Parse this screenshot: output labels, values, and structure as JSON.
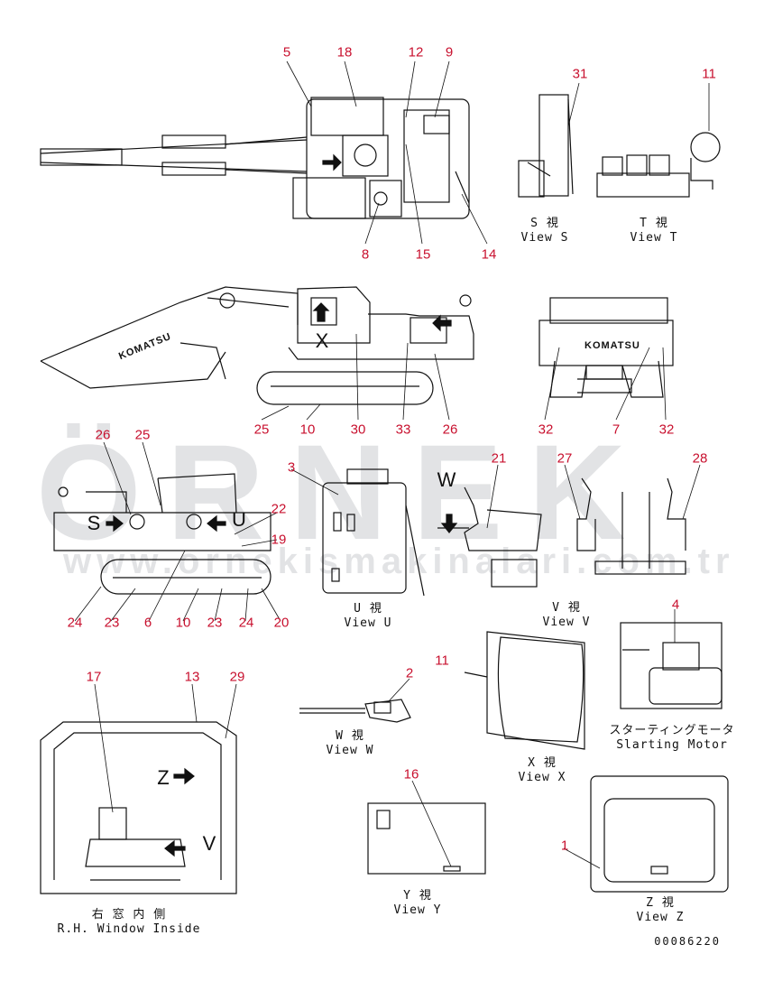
{
  "watermark": {
    "logo": "ÖRNEK",
    "url": "www.ornekismakinalari.com.tr"
  },
  "callouts": [
    {
      "n": "5"
    },
    {
      "n": "18"
    },
    {
      "n": "12"
    },
    {
      "n": "9"
    },
    {
      "n": "31"
    },
    {
      "n": "11"
    },
    {
      "n": "8"
    },
    {
      "n": "15"
    },
    {
      "n": "14"
    },
    {
      "n": "25"
    },
    {
      "n": "10"
    },
    {
      "n": "30"
    },
    {
      "n": "33"
    },
    {
      "n": "26"
    },
    {
      "n": "32"
    },
    {
      "n": "7"
    },
    {
      "n": "32"
    },
    {
      "n": "26"
    },
    {
      "n": "25"
    },
    {
      "n": "3"
    },
    {
      "n": "21"
    },
    {
      "n": "27"
    },
    {
      "n": "28"
    },
    {
      "n": "22"
    },
    {
      "n": "19"
    },
    {
      "n": "24"
    },
    {
      "n": "23"
    },
    {
      "n": "6"
    },
    {
      "n": "10"
    },
    {
      "n": "23"
    },
    {
      "n": "24"
    },
    {
      "n": "20"
    },
    {
      "n": "4"
    },
    {
      "n": "17"
    },
    {
      "n": "13"
    },
    {
      "n": "29"
    },
    {
      "n": "2"
    },
    {
      "n": "11"
    },
    {
      "n": "16"
    },
    {
      "n": "1"
    }
  ],
  "captions": {
    "view_s": {
      "jp": "S 視",
      "en": "View S"
    },
    "view_t": {
      "jp": "T 視",
      "en": "View T"
    },
    "view_u": {
      "jp": "U 視",
      "en": "View U"
    },
    "view_v": {
      "jp": "V 視",
      "en": "View V"
    },
    "view_w": {
      "jp": "W 視",
      "en": "View W"
    },
    "view_x": {
      "jp": "X 視",
      "en": "View X"
    },
    "view_y": {
      "jp": "Y 視",
      "en": "View Y"
    },
    "view_z": {
      "jp": "Z 視",
      "en": "View Z"
    },
    "starting_motor": {
      "jp": "スターティングモータ",
      "en": "Slarting Motor"
    },
    "rh_window": {
      "jp": "右 窓 内 側",
      "en": "R.H. Window Inside"
    }
  },
  "view_letters": {
    "x": "X",
    "s": "S",
    "u": "U",
    "w": "W",
    "z": "Z",
    "v": "V"
  },
  "brand": "KOMATSU",
  "drawing_number": "00086220"
}
